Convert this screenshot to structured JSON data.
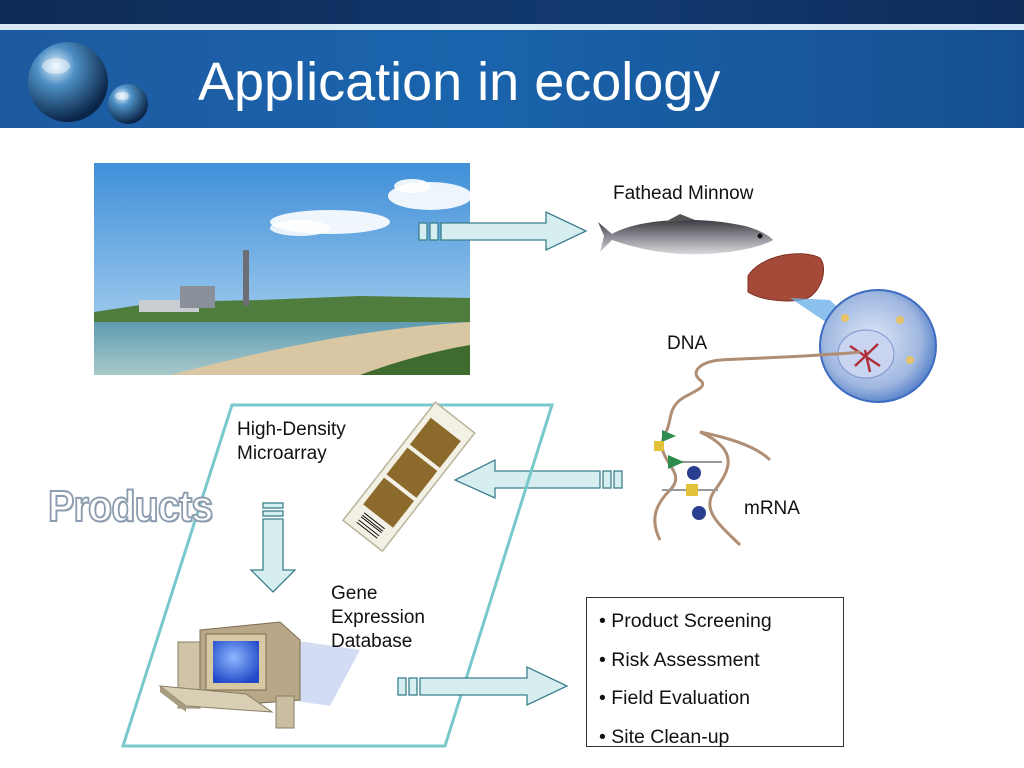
{
  "slide": {
    "title": "Application in ecology"
  },
  "diagram": {
    "labels": {
      "fish": "Fathead Minnow",
      "dna": "DNA",
      "mrna": "mRNA",
      "microarray": "High-Density\nMicroarray",
      "database": "Gene\nExpression\nDatabase",
      "products": "Products"
    },
    "applications": [
      "Product Screening",
      "Risk Assessment",
      "Field Evaluation",
      "Site Clean-up"
    ]
  },
  "colors": {
    "header_blue": "#1a64ad",
    "arrow_fill": "#d6eef0",
    "arrow_stroke": "#3a7f8c",
    "parallelogram": "#79c9cc"
  }
}
